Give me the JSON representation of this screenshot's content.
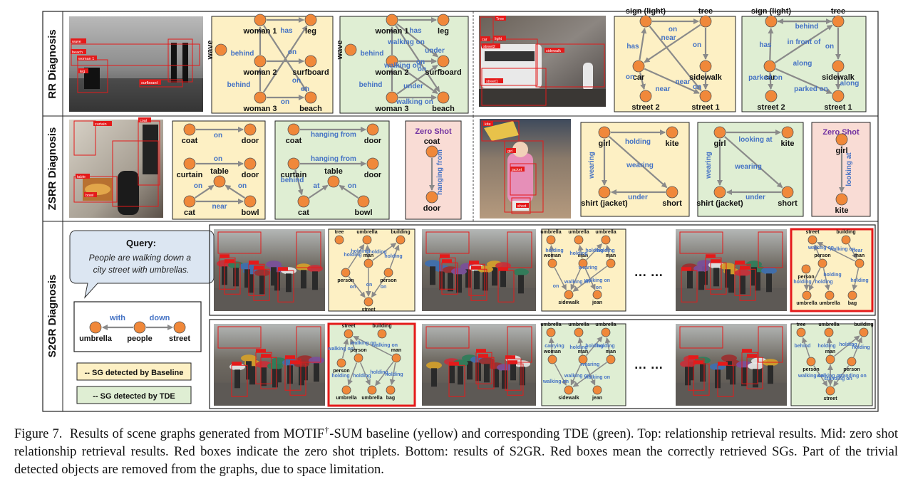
{
  "caption": {
    "label": "Figure 7.",
    "text_a": "Results of scene graphs generated from MOTIF",
    "sup": "†",
    "text_b": "-SUM baseline (yellow) and corresponding TDE (green). Top: relationship retrieval results. Mid: zero shot relationship retrieval results. Red boxes indicate the zero shot triplets. Bottom: results of S2GR. Red boxes mean the correctly retrieved SGs. Part of the trivial detected objects are removed from the graphs, due to space limitation."
  },
  "rows": {
    "rr": "RR Diagnosis",
    "zsrr": "ZSRR Diagnosis",
    "s2gr": "S2GR Diagnosis"
  },
  "colors": {
    "baseline": "#fdf0c4",
    "tde": "#dfeed3",
    "zero_shot": "#f9dcd5",
    "node": "#f0883a",
    "edge_label": "#4472c4",
    "zero_shot_title": "#7030a0",
    "highlight": "#e41a1a"
  },
  "photo_labels": {
    "beach": [
      "wave",
      "beach",
      "woman 1",
      "leg",
      "surfboard"
    ],
    "street": [
      "Tree",
      "car",
      "light",
      "street2",
      "sidewalk",
      "street1"
    ],
    "room": [
      "coat",
      "curtain",
      "table",
      "bowl"
    ],
    "kid": [
      "kite",
      "girl",
      "jacket",
      "short"
    ]
  },
  "query": {
    "title": "Query:",
    "text": "People are walking down a city street with umbrellas."
  },
  "legend": {
    "baseline": "-- SG detected by Baseline",
    "tde": "-- SG detected by TDE"
  },
  "zero_shot_title": "Zero Shot",
  "ellipsis": "… …",
  "graphs": {
    "g1": {
      "nodes": [
        "woman 1",
        "leg",
        "wave",
        "woman 2",
        "surfboard",
        "woman 3",
        "beach"
      ],
      "edges": [
        "has",
        "behind",
        "on",
        "behind",
        "on",
        "on",
        "on"
      ]
    },
    "g2": {
      "nodes": [
        "woman 1",
        "leg",
        "wave",
        "woman 2",
        "surfboard",
        "woman 3",
        "beach"
      ],
      "edges": [
        "has",
        "walking on",
        "under",
        "behind",
        "on",
        "behind",
        "under",
        "walking on",
        "on",
        "walking on"
      ]
    },
    "g3": {
      "nodes": [
        "sign (light)",
        "tree",
        "car",
        "sidewalk",
        "street 2",
        "street 1"
      ],
      "edges": [
        "on",
        "near",
        "has",
        "on",
        "on",
        "near",
        "on",
        "near"
      ]
    },
    "g4": {
      "nodes": [
        "sign (light)",
        "tree",
        "car",
        "sidewalk",
        "street 2",
        "street 1"
      ],
      "edges": [
        "behind",
        "in front of",
        "has",
        "on",
        "along",
        "parked on",
        "parked on",
        "along"
      ]
    },
    "z1": {
      "nodes": [
        "coat",
        "door",
        "curtain",
        "door",
        "table",
        "cat",
        "bowl"
      ],
      "edges": [
        "on",
        "on",
        "on",
        "on",
        "near"
      ]
    },
    "z2": {
      "nodes": [
        "coat",
        "door",
        "curtain",
        "door",
        "table",
        "cat",
        "bowl"
      ],
      "edges": [
        "hanging from",
        "hanging from",
        "behind",
        "at",
        "on"
      ]
    },
    "z3": {
      "nodes": [
        "coat",
        "door"
      ],
      "edges": [
        "hanging from"
      ]
    },
    "z4": {
      "nodes": [
        "girl",
        "kite",
        "shirt (jacket)",
        "short"
      ],
      "edges": [
        "holding",
        "wearing",
        "wearing",
        "under"
      ]
    },
    "z5": {
      "nodes": [
        "girl",
        "kite",
        "shirt (jacket)",
        "short"
      ],
      "edges": [
        "looking at",
        "wearing",
        "wearing",
        "under"
      ]
    },
    "z6": {
      "nodes": [
        "girl",
        "kite"
      ],
      "edges": [
        "looking at"
      ]
    },
    "q": {
      "nodes": [
        "umbrella",
        "people",
        "street"
      ],
      "edges": [
        "with",
        "down"
      ]
    },
    "s1": {
      "nodes": [
        "tree",
        "umbrella",
        "building",
        "person",
        "man",
        "person",
        "street"
      ],
      "edges": [
        "holding",
        "holding",
        "holding",
        "holding",
        "on",
        "on",
        "on"
      ]
    },
    "s2": {
      "nodes": [
        "umbrella",
        "umbrella",
        "umbrella",
        "woman",
        "man",
        "man",
        "sidewalk",
        "jean"
      ],
      "edges": [
        "holding",
        "holding",
        "holding",
        "holding",
        "on",
        "walking on",
        "walking on",
        "on",
        "wearing"
      ]
    },
    "s3": {
      "nodes": [
        "street",
        "building",
        "person",
        "person",
        "man",
        "umbrella",
        "umbrella",
        "bag"
      ],
      "edges": [
        "near",
        "walking on",
        "walking on",
        "holding",
        "holding",
        "holding",
        "holding"
      ]
    },
    "s4": {
      "nodes": [
        "street",
        "building",
        "person",
        "person",
        "man",
        "umbrella",
        "umbrella",
        "bag"
      ],
      "edges": [
        "walking on",
        "walking on",
        "walking on",
        "holding",
        "holding",
        "holding",
        "holding"
      ]
    },
    "s5": {
      "nodes": [
        "umbrella",
        "umbrella",
        "umbrella",
        "woman",
        "man",
        "man",
        "sidewalk",
        "jean"
      ],
      "edges": [
        "carrying",
        "holding",
        "holding",
        "holding",
        "walking on",
        "walking on",
        "walking on",
        "wearing"
      ]
    },
    "s6": {
      "nodes": [
        "tree",
        "umbrella",
        "building",
        "person",
        "man",
        "person",
        "street"
      ],
      "edges": [
        "behind",
        "holding",
        "holding",
        "holding",
        "walking on",
        "walking on",
        "standing on",
        "standing on"
      ]
    }
  }
}
